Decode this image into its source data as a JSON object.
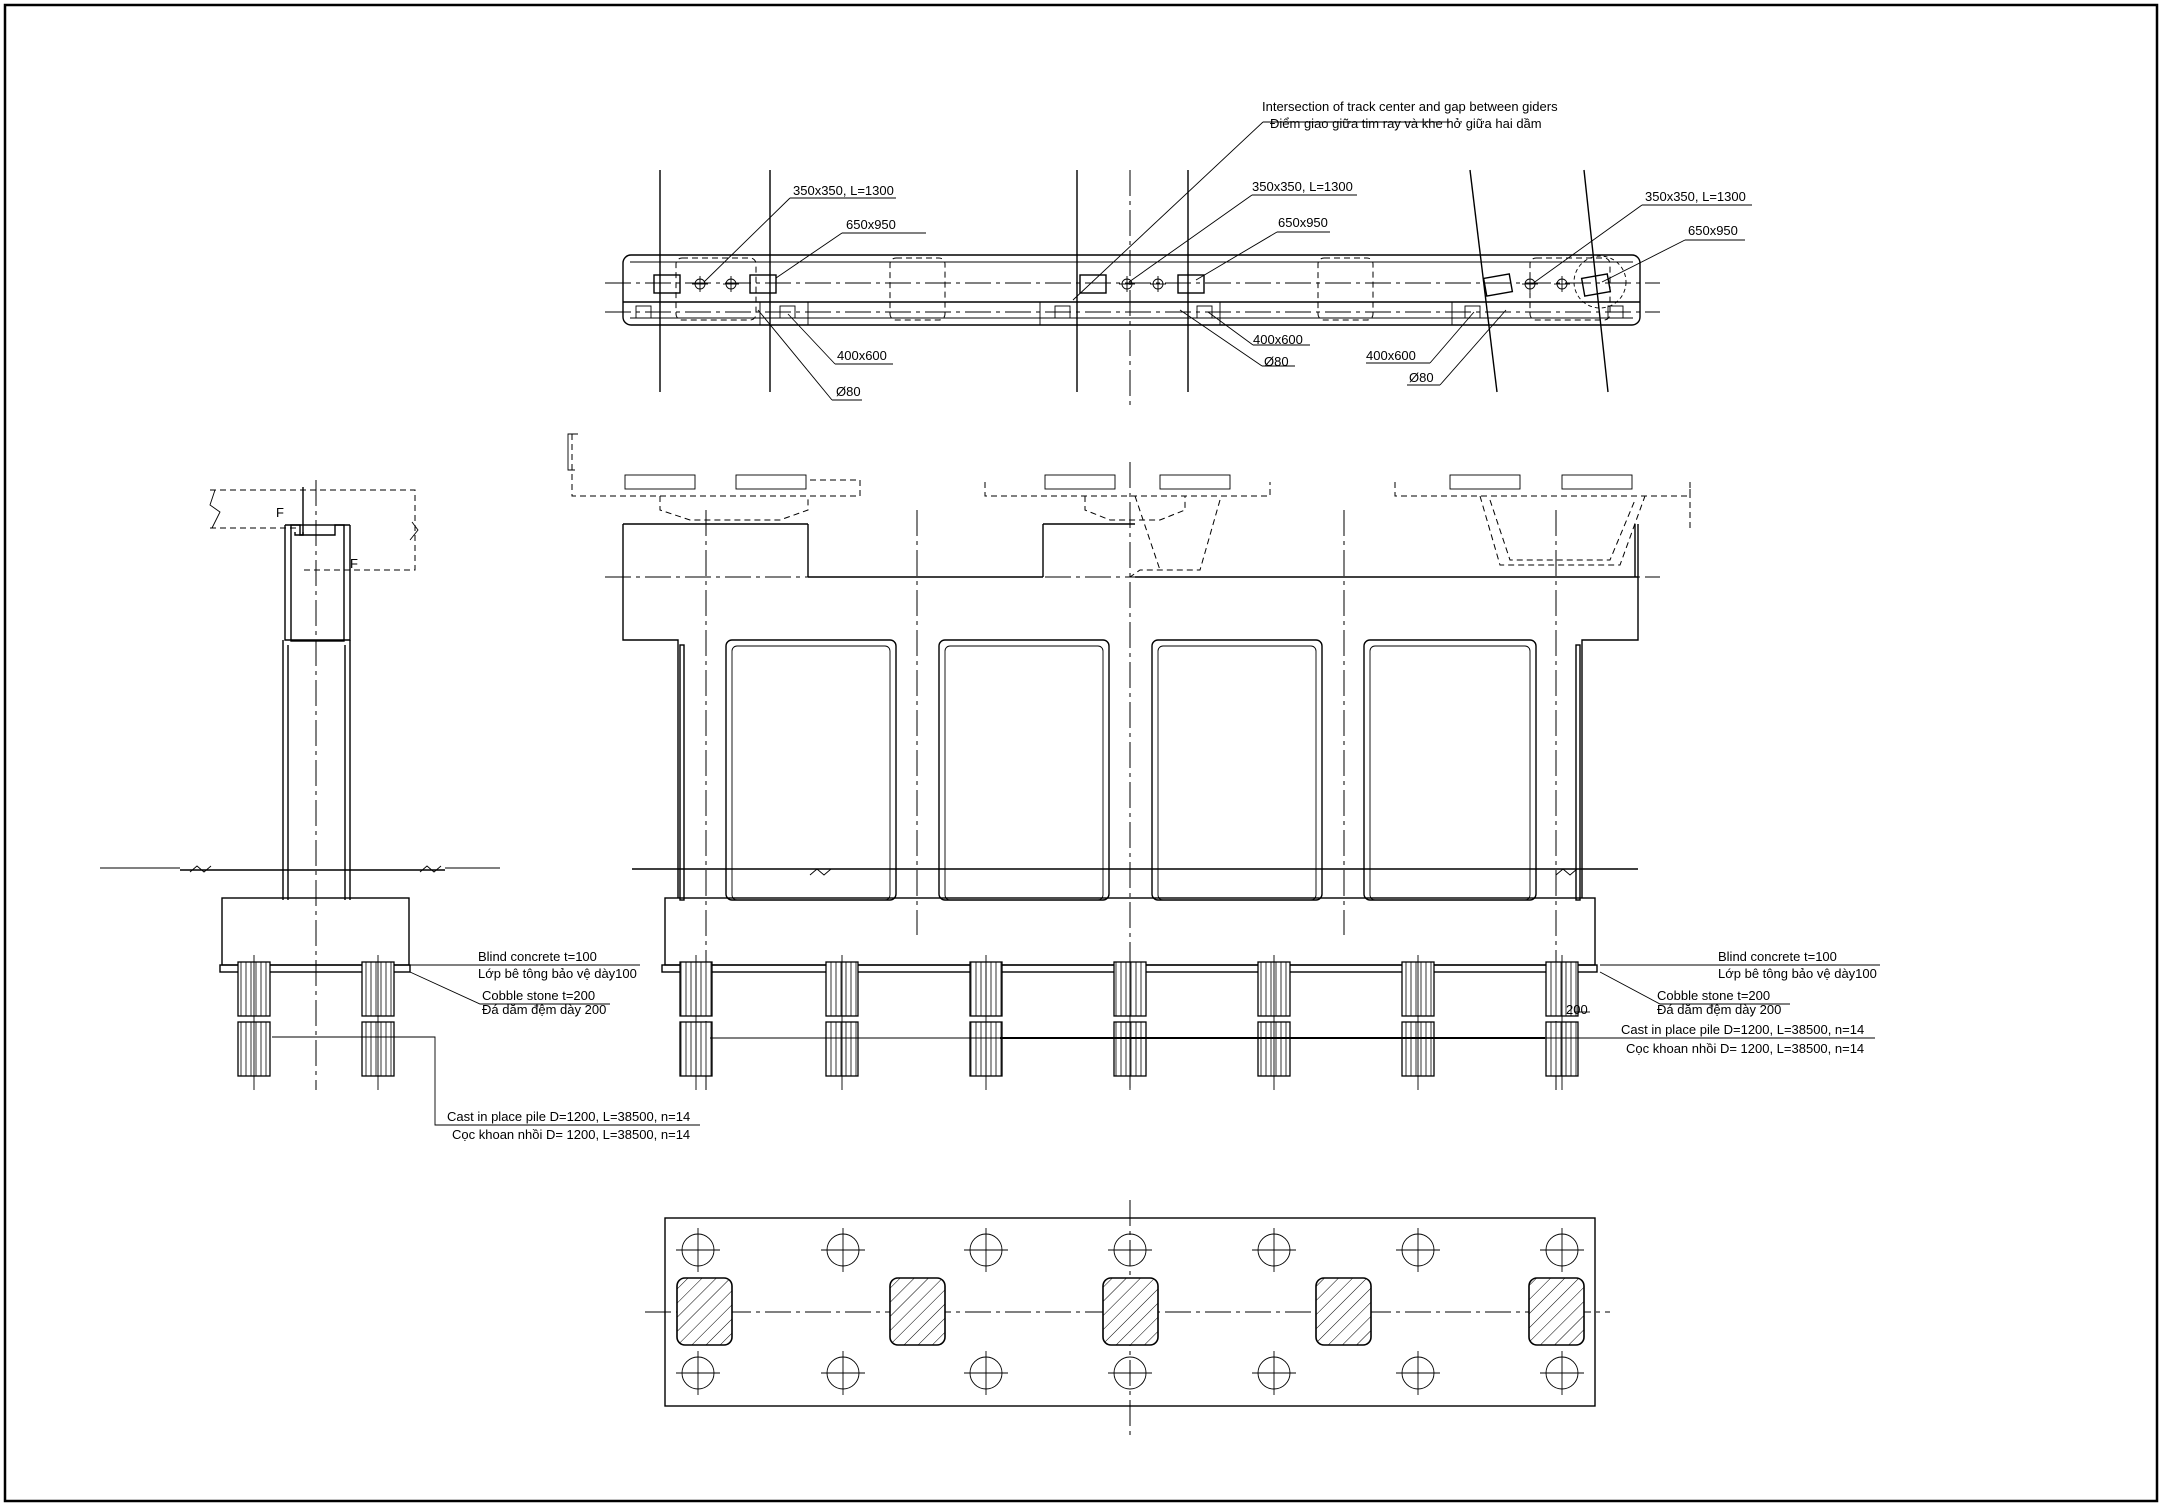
{
  "annotations": {
    "intersection_en": "Intersection of track center and gap between giders",
    "intersection_vi": "Điểm giao giữa tim ray và khe hở giữa hai dầm",
    "p1_350": "350x350, L=1300",
    "p1_650": "650x950",
    "p1_400": "400x600",
    "p1_d80": "Ø80",
    "p2_350": "350x350, L=1300",
    "p2_650": "650x950",
    "p2_400": "400x600",
    "p2_d80": "Ø80",
    "p3_350": "350x350, L=1300",
    "p3_650": "650x950",
    "p3_400": "400x600",
    "p3_d80": "Ø80",
    "section_mark_f1": "F",
    "section_mark_f2": "F",
    "blind_en": "Blind concrete t=100",
    "blind_vi": "Lớp bê tông bảo vệ dày100",
    "cobble_en": "Cobble stone t=200",
    "cobble_vi": "Đá dăm đệm dày 200",
    "pile_en": "Cast in place pile D=1200, L=38500, n=14",
    "pile_vi": "Cọc khoan nhồi D= 1200, L=38500, n=14",
    "blind_en_r": "Blind concrete t=100",
    "blind_vi_r": "Lớp bê tông bảo vệ dày100",
    "cobble_en_r": "Cobble stone t=200",
    "cobble_vi_r": "Đá dăm đệm dày 200",
    "dim_200": "200",
    "pile_en_r": "Cast in place pile D=1200, L=38500, n=14",
    "pile_vi_r": "Cọc khoan nhồi D= 1200, L=38500, n=14"
  }
}
